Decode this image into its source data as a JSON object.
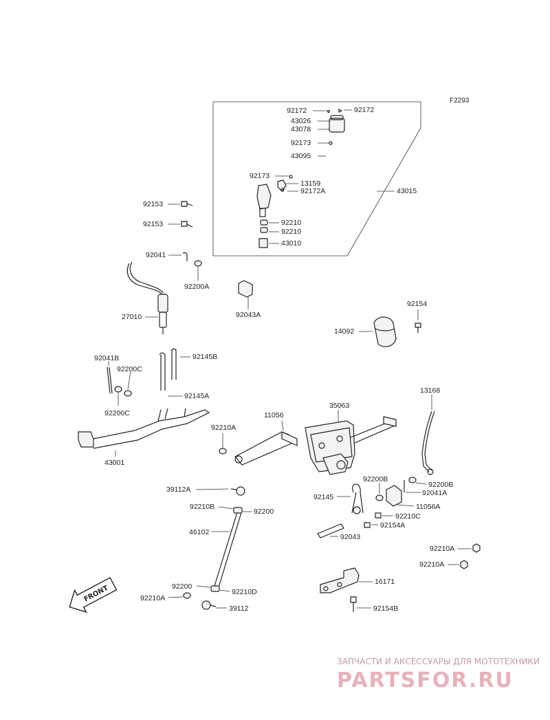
{
  "figure_code": "F2293",
  "front_marker": "FRONT",
  "watermark": {
    "line1": "ЗАПЧАСТИ И АКСЕССУАРЫ ДЛЯ МОТОТЕХНИКИ",
    "line2": "PARTSFOR.RU"
  },
  "labels": {
    "p92172_l": "92172",
    "p92172_r": "92172",
    "p43026": "43026",
    "p43078": "43078",
    "p92173_a": "92173",
    "p43095": "43095",
    "p92173_b": "92173",
    "p13159": "13159",
    "p92172A": "92172A",
    "p43015": "43015",
    "p92210_a": "92210",
    "p92210_b": "92210",
    "p43010": "43010",
    "p92153_a": "92153",
    "p92153_b": "92153",
    "p92041": "92041",
    "p92200A": "92200A",
    "p92043A": "92043A",
    "p27010": "27010",
    "p92154": "92154",
    "p14092": "14092",
    "p92041B": "92041B",
    "p92200C_a": "92200C",
    "p92200C_b": "92200C",
    "p92145B": "92145B",
    "p92145A": "92145A",
    "p43001": "43001",
    "p13168": "13168",
    "p35063": "35063",
    "p11056": "11056",
    "p92210A_a": "92210A",
    "p92200B_a": "92200B",
    "p92200B_b": "92200B",
    "p92041A": "92041A",
    "p39112A": "39112A",
    "p92145": "92145",
    "p11056A": "11056A",
    "p92210B": "92210B",
    "p92200_a": "92200",
    "p92210C": "92210C",
    "p92154A": "92154A",
    "p46102": "46102",
    "p92043": "92043",
    "p92210A_b": "92210A",
    "p92210A_c": "92210A",
    "p16171": "16171",
    "p92200_b": "92200",
    "p92210D": "92210D",
    "p92210A_d": "92210A",
    "p39112": "39112",
    "p92154B": "92154B"
  }
}
